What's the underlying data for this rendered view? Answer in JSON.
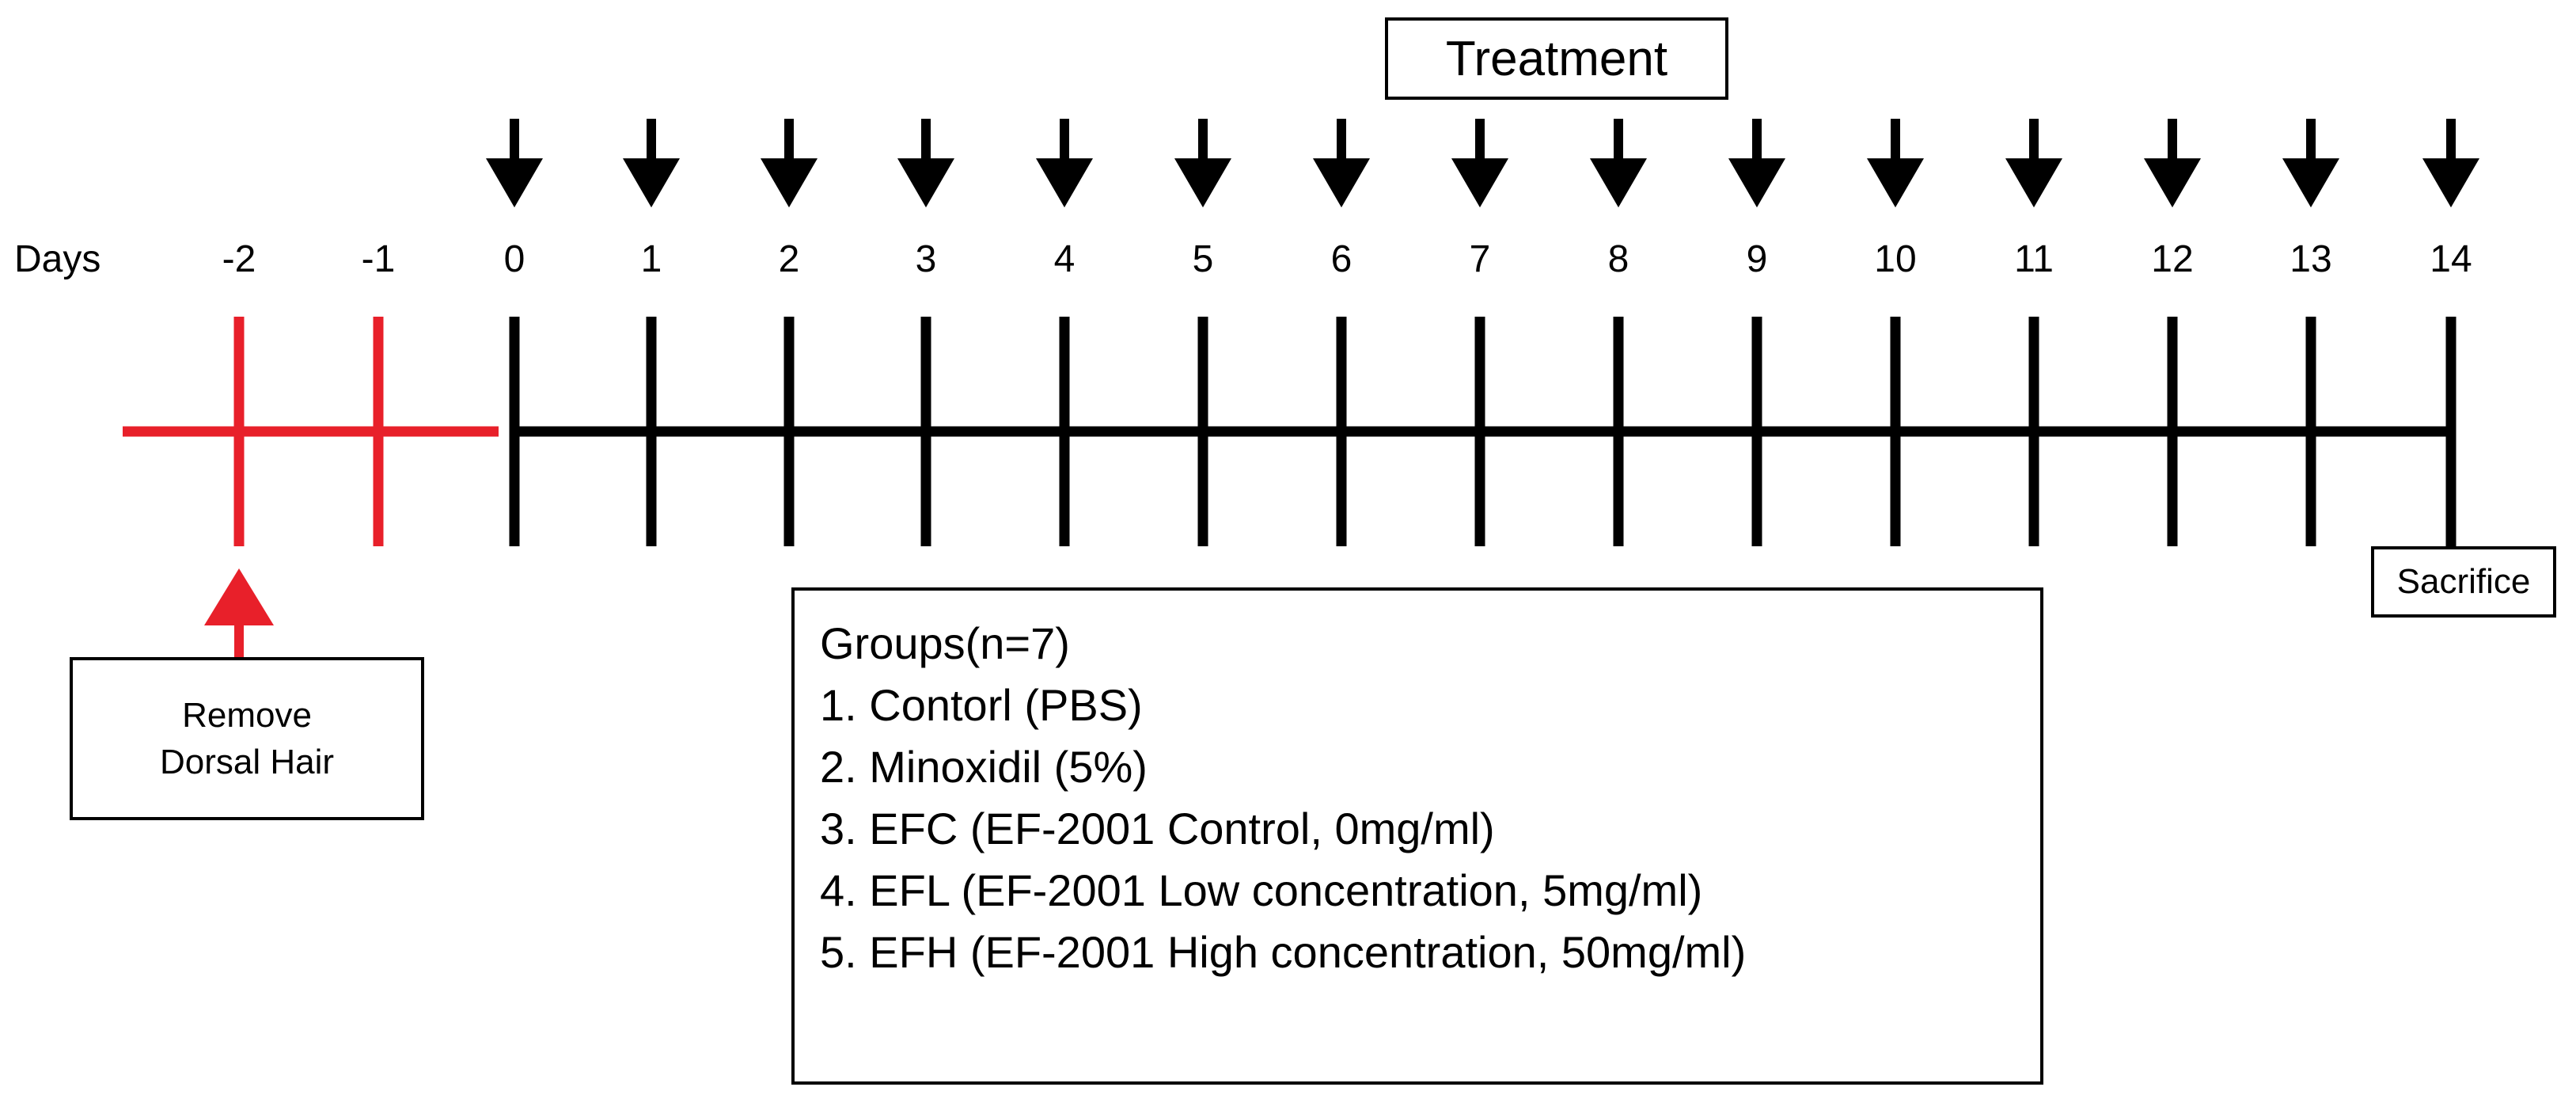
{
  "timeline": {
    "days_label": "Days",
    "days": [
      "-2",
      "-1",
      "0",
      "1",
      "2",
      "3",
      "4",
      "5",
      "6",
      "7",
      "8",
      "9",
      "10",
      "11",
      "12",
      "13",
      "14"
    ],
    "pre_treatment_color": "#e8202a",
    "treatment_color": "#000000"
  },
  "treatment": {
    "label": "Treatment"
  },
  "remove_hair": {
    "line1": "Remove",
    "line2": "Dorsal Hair"
  },
  "sacrifice": {
    "label": "Sacrifice"
  },
  "groups": {
    "title": "Groups(n=7)",
    "items": [
      "1. Contorl (PBS)",
      "2. Minoxidil (5%)",
      "3. EFC (EF-2001 Control, 0mg/ml)",
      "4. EFL (EF-2001 Low concentration, 5mg/ml)",
      "5. EFH (EF-2001 High concentration, 50mg/ml)"
    ]
  }
}
